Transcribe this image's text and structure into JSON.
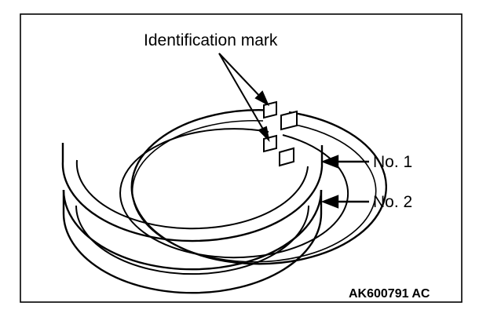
{
  "diagram": {
    "callout_title": "Identification mark",
    "ring_labels": [
      "No. 1",
      "No. 2"
    ],
    "figure_code": "AK600791 AC"
  },
  "colors": {
    "ink": "#000000",
    "paper": "#ffffff"
  }
}
